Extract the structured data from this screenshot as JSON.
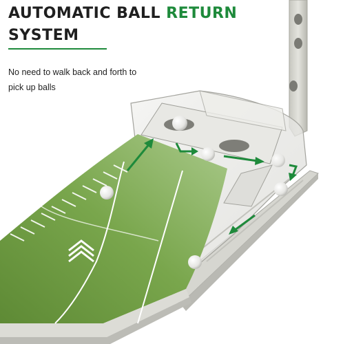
{
  "headline": {
    "part1": "AUTOMATIC BALL ",
    "part2": "RETURN",
    "part3": "SYSTEM"
  },
  "description": "No need to walk back and forth to pick up balls",
  "colors": {
    "accent": "#1e8a3b",
    "text": "#1f1f1f",
    "turf": "#6d9a43",
    "arrow": "#1e8a3b"
  }
}
